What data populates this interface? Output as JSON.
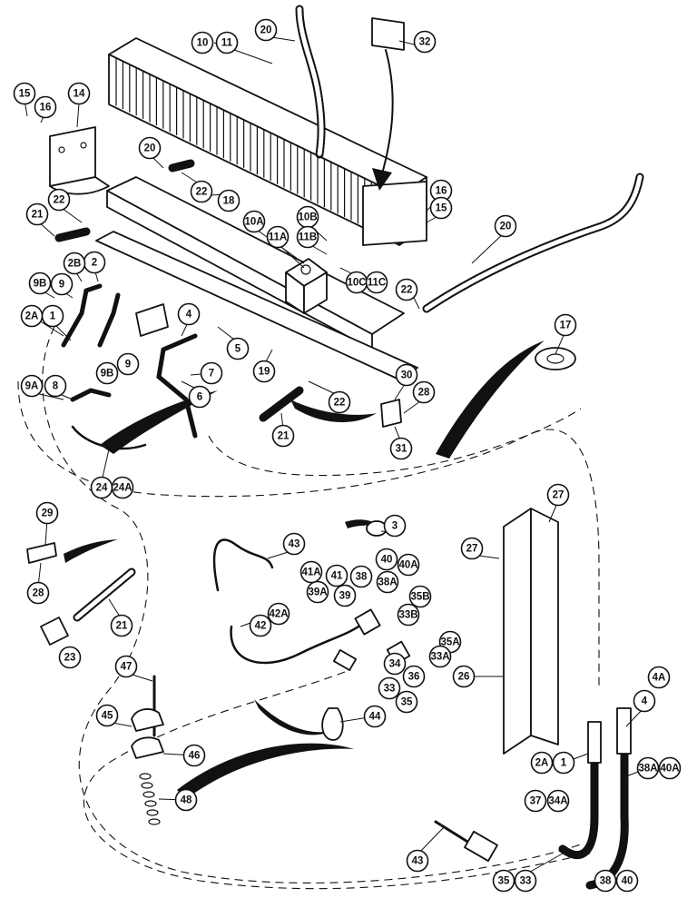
{
  "callout_labels": [
    "1",
    "2",
    "2A",
    "2B",
    "3",
    "4",
    "4A",
    "5",
    "6",
    "7",
    "8",
    "9",
    "9A",
    "9B",
    "10",
    "10A",
    "10B",
    "10C",
    "11",
    "11A",
    "11B",
    "11C",
    "14",
    "15",
    "16",
    "17",
    "18",
    "19",
    "20",
    "21",
    "22",
    "23",
    "24",
    "24A",
    "26",
    "27",
    "28",
    "29",
    "30",
    "31",
    "32",
    "33",
    "33A",
    "33B",
    "34",
    "34A",
    "35",
    "35A",
    "35B",
    "36",
    "37",
    "38",
    "38A",
    "39",
    "39A",
    "40",
    "40A",
    "41",
    "41A",
    "42",
    "42A",
    "43",
    "44",
    "45",
    "46",
    "47",
    "48"
  ]
}
